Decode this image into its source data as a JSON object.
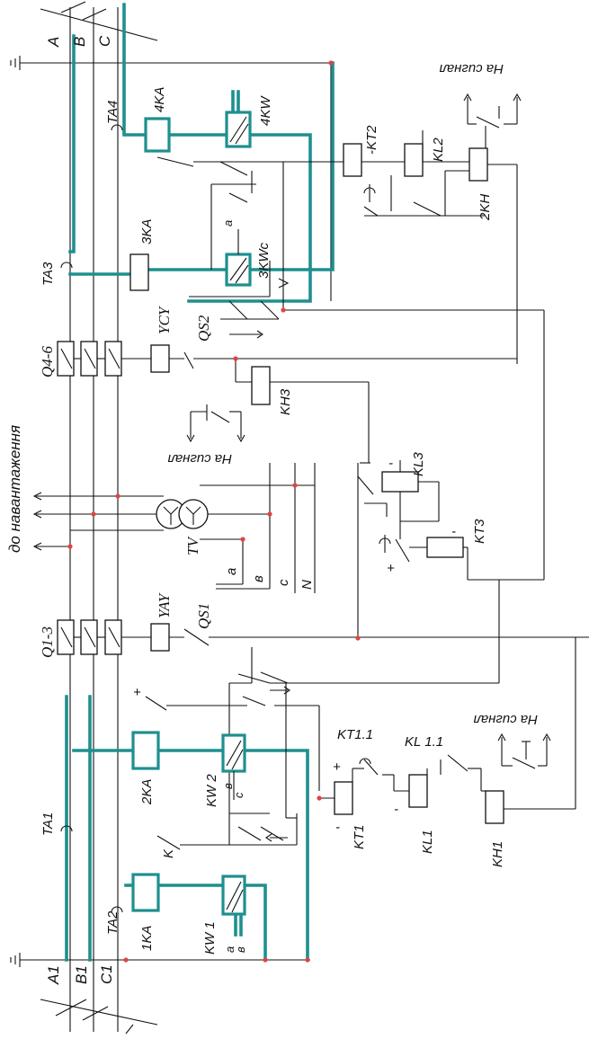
{
  "phases_top": [
    "A",
    "B",
    "C"
  ],
  "phases_bottom": [
    "A1",
    "B1",
    "C1"
  ],
  "load_label": "до навантаження",
  "signal_label": "На сигнал",
  "accent_color": "#1e8f8f",
  "node_color": "#e04444",
  "labels": {
    "ta4": "TA4",
    "ka4": "4KA",
    "kw4": "4KW",
    "kt2": "-KT2",
    "kl2": "KL2",
    "kh2": "2KH",
    "ta3": "TA3",
    "ka3": "3KA",
    "kw3": "3KWc",
    "a3": "a",
    "q46": "Q4-6",
    "ycy": "YCY",
    "qs2": "QS2",
    "kh3": "KH3",
    "kl3": "KL3",
    "kt3": "KT3",
    "tv": "TV",
    "tv_a": "a",
    "tv_b": "в",
    "tv_c": "c",
    "tv_n": "N",
    "q13": "Q1-3",
    "yay": "YAY",
    "qs1": "QS1",
    "ta1": "TA1",
    "ka2": "2KA",
    "kw2": "KW 2",
    "kw2_b": "в",
    "kw2_c": "c",
    "k": "K",
    "kt1": "KT1",
    "kt11": "KT1.1",
    "kl11": "KL 1.1",
    "kl1": "KL1",
    "kh1": "KH1",
    "ta2": "TA2",
    "ka1": "1KA",
    "kw1": "KW 1",
    "kw1_a": "a",
    "kw1_b": "в",
    "plus": "+",
    "minus": "-"
  }
}
